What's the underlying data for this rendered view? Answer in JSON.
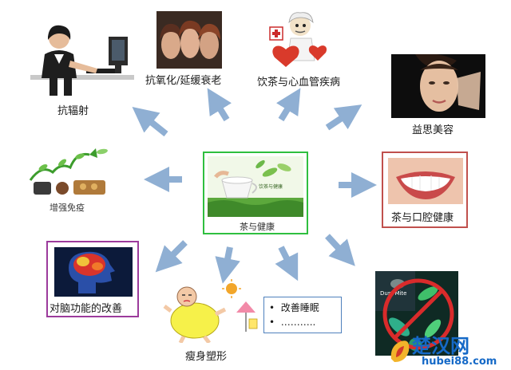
{
  "center": {
    "caption": "茶与健康",
    "image_text": "饮茶与健康"
  },
  "nodes": {
    "anti_radiation": {
      "caption": "抗辐射"
    },
    "anti_aging": {
      "caption": "抗氧化/延缓衰老"
    },
    "cardio": {
      "caption": "饮茶与心血管疾病"
    },
    "beauty": {
      "caption": "益思美容"
    },
    "oral": {
      "caption": "茶与口腔健康"
    },
    "immunity": {
      "caption": "增强免疫"
    },
    "brain": {
      "caption": "对脑功能的改善"
    },
    "slimming": {
      "caption": "瘦身塑形"
    },
    "sleep": {
      "items": [
        "改善睡眠",
        "……….."
      ]
    },
    "antibacterial": {
      "image_text": "Dust Mite"
    }
  },
  "watermark": {
    "title": "楚汉网",
    "url": "hubei88.com"
  },
  "colors": {
    "arrow": "#8fafd3",
    "center_border": "#2fbf3f",
    "brain_border": "#9c3b9c",
    "oral_border": "#c0504d",
    "sleep_border": "#4f81bd",
    "watermark": "#1569c7"
  }
}
